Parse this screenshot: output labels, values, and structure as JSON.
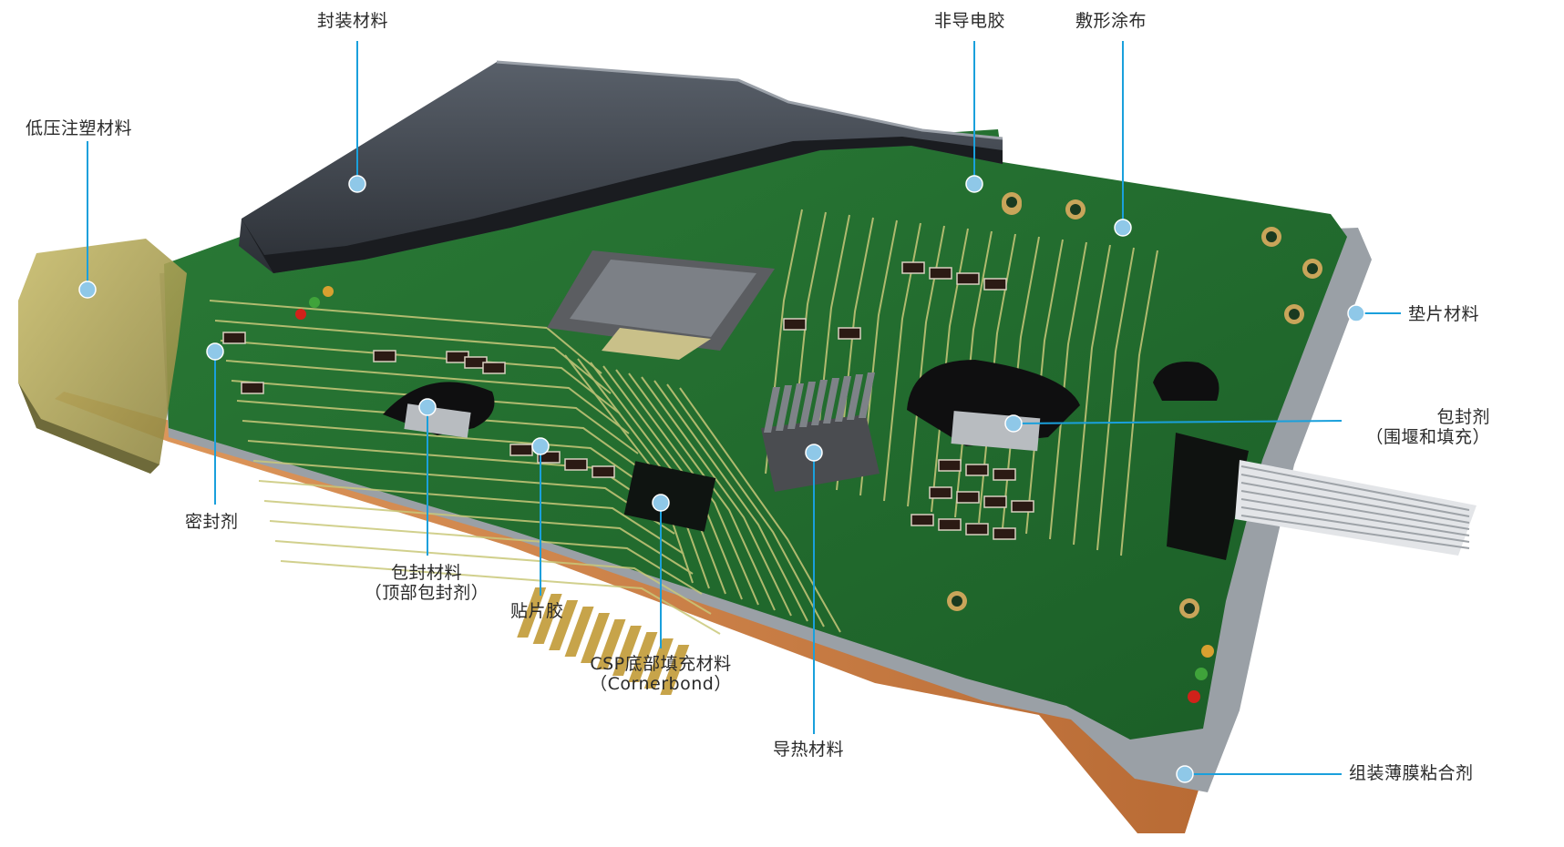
{
  "colors": {
    "board_green": "#1e6b2e",
    "board_dark": "#174f22",
    "trace": "#c9c87a",
    "copper": "#d98a4e",
    "leader": "#1aa0dc",
    "dot": "#8fc8e8",
    "label_text": "#2a2a2a",
    "encapsulant": "#3a3e44",
    "low_pressure": "#b5a95a"
  },
  "callouts": [
    {
      "id": "encapsulation",
      "label": "封装材料"
    },
    {
      "id": "non-conductive",
      "label": "非导电胶"
    },
    {
      "id": "dispense",
      "label": "敷形涂布"
    },
    {
      "id": "low-pressure",
      "label": "低压注塑材料"
    },
    {
      "id": "gasket",
      "label": "垫片材料"
    },
    {
      "id": "dam-fill",
      "label": "包封剂",
      "sub": "（围堰和填充）"
    },
    {
      "id": "sealant",
      "label": "密封剂"
    },
    {
      "id": "glob-top",
      "label": "包封材料",
      "sub": "（顶部包封剂）"
    },
    {
      "id": "smd-adhesive",
      "label": "贴片胶"
    },
    {
      "id": "csp-underfill",
      "label": "CSP底部填充材料",
      "sub": "（Cornerbond）"
    },
    {
      "id": "thermal",
      "label": "导热材料"
    },
    {
      "id": "film-adhesive",
      "label": "组装薄膜粘合剂"
    }
  ]
}
